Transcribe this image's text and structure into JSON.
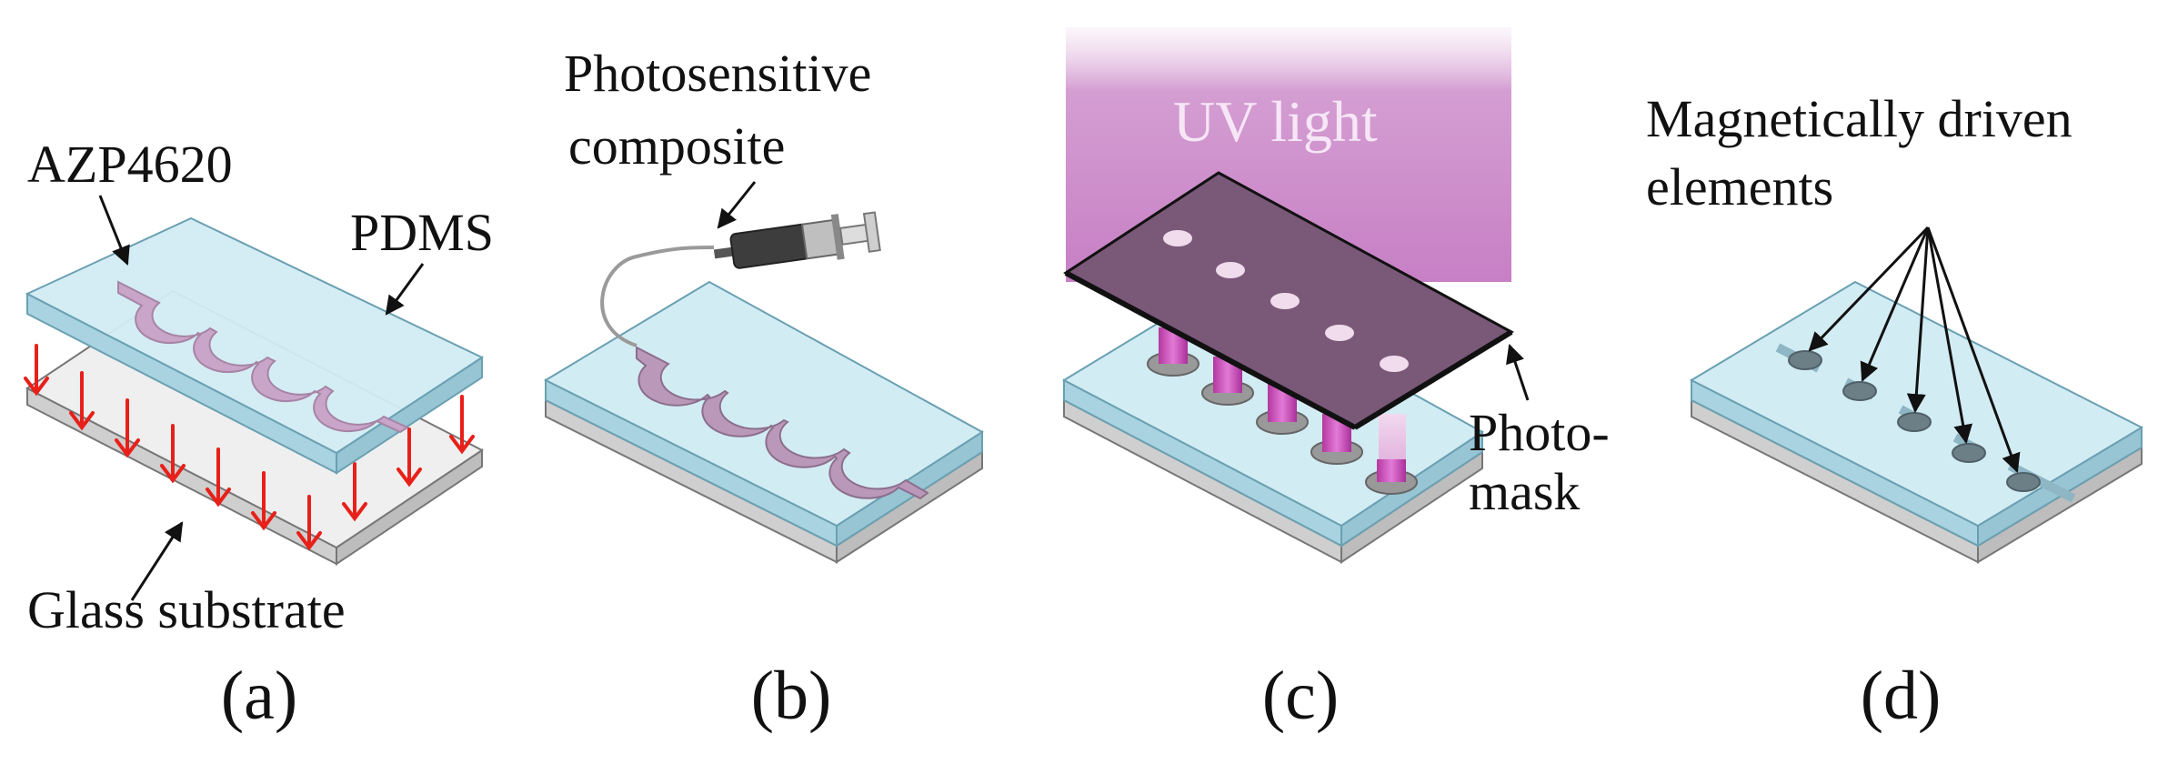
{
  "panels": {
    "a": {
      "caption": "(a)",
      "labels": {
        "top_layer": "AZP4620",
        "upper_slab": "PDMS",
        "lower_slab": "Glass substrate"
      }
    },
    "b": {
      "caption": "(b)",
      "labels": {
        "syringe_line1": "Photosensitive",
        "syringe_line2": "composite"
      }
    },
    "c": {
      "caption": "(c)",
      "labels": {
        "light": "UV light",
        "mask_line1": "Photo-",
        "mask_line2": "mask"
      }
    },
    "d": {
      "caption": "(d)",
      "labels": {
        "line1": "Magnetically driven",
        "line2": "elements"
      }
    }
  },
  "colors": {
    "pdms_top": "#d2ecf3",
    "pdms_side": "#a9d3e0",
    "glass_top": "#eeeeee",
    "glass_side": "#cfcfcf",
    "channel": "#c9a6c9",
    "arrow_red": "#e8201a",
    "uv_light": "#c98ec9",
    "mask": "#7a5878",
    "element": "#6c7f86"
  },
  "icons": [
    "syringe-icon",
    "red-down-arrow-icon"
  ]
}
